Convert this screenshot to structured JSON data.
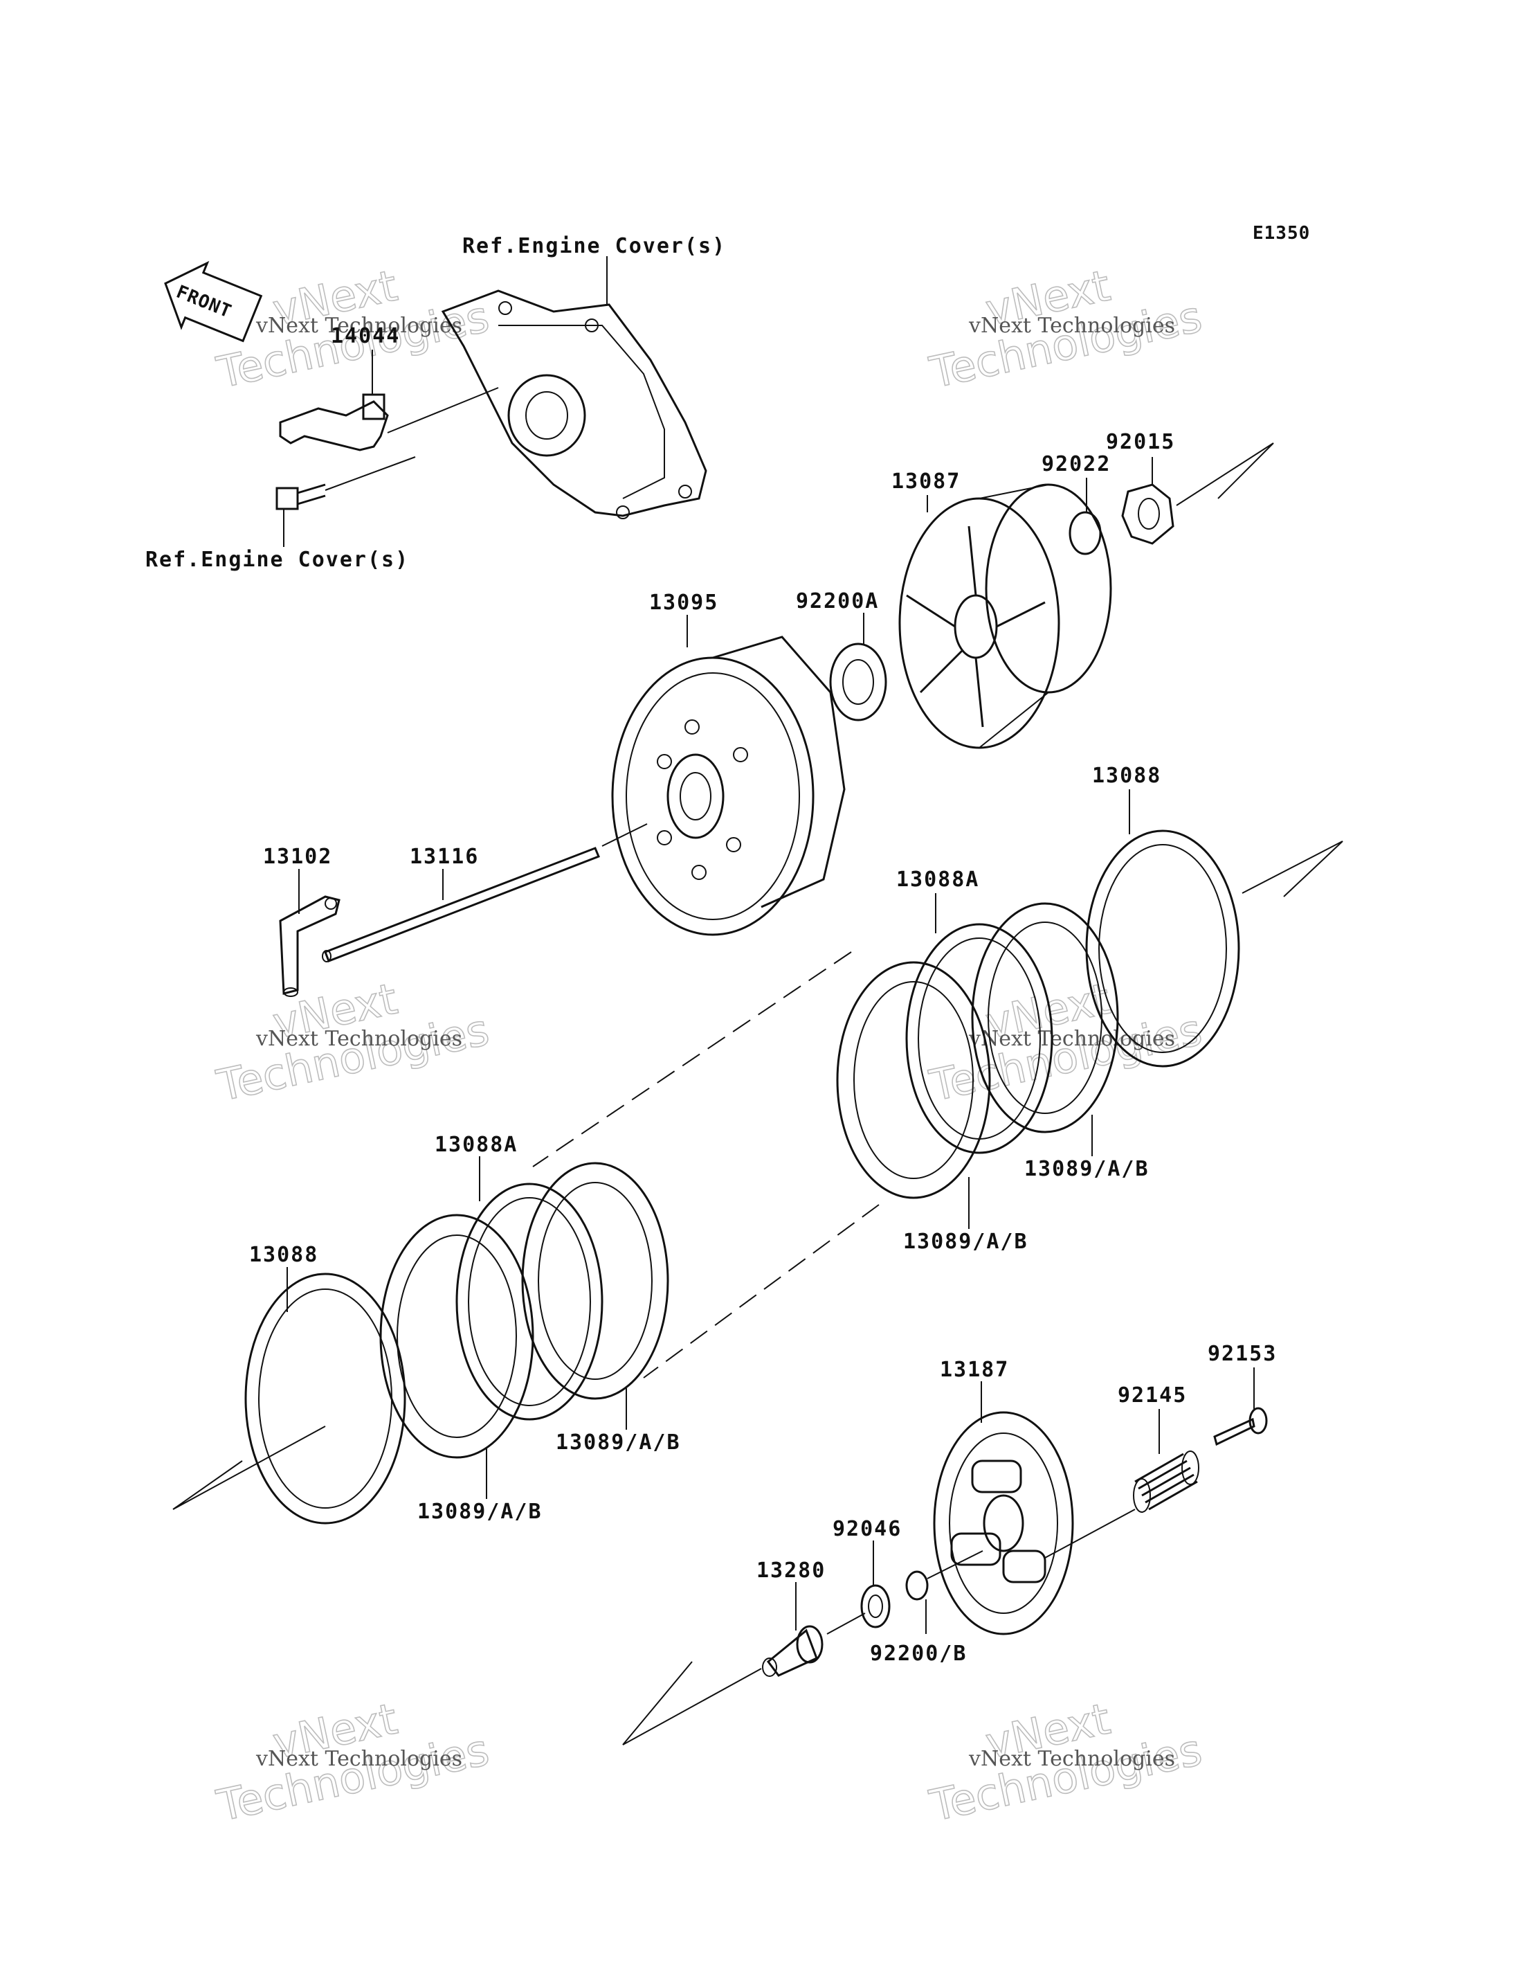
{
  "diagram": {
    "code": "E1350",
    "front_tag": "FRONT",
    "ref_labels": {
      "top": "Ref.Engine Cover(s)",
      "left": "Ref.Engine Cover(s)"
    },
    "watermark": {
      "line1": "vNext Technologies",
      "line2a": "vNext",
      "line2b": "Technologies"
    },
    "parts": {
      "p14044": "14044",
      "p13087": "13087",
      "p92022": "92022",
      "p92015": "92015",
      "p13095": "13095",
      "p92200A": "92200A",
      "p13088_top": "13088",
      "p13102": "13102",
      "p13116": "13116",
      "p13088A_top": "13088A",
      "p13089_r1": "13089/A/B",
      "p13089_r2": "13089/A/B",
      "p13088A_mid": "13088A",
      "p13088_left": "13088",
      "p13089_m1": "13089/A/B",
      "p13089_m2": "13089/A/B",
      "p13187": "13187",
      "p92153": "92153",
      "p92145": "92145",
      "p92046": "92046",
      "p13280": "13280",
      "p92200B": "92200/B"
    }
  }
}
